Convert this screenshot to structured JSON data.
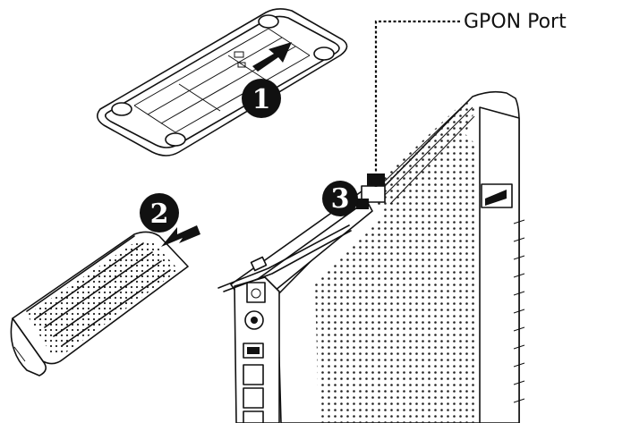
{
  "callout": {
    "label": "GPON Port"
  },
  "steps": [
    {
      "number": "1"
    },
    {
      "number": "2"
    },
    {
      "number": "3"
    }
  ],
  "colors": {
    "ink": "#111111",
    "background": "#ffffff"
  }
}
